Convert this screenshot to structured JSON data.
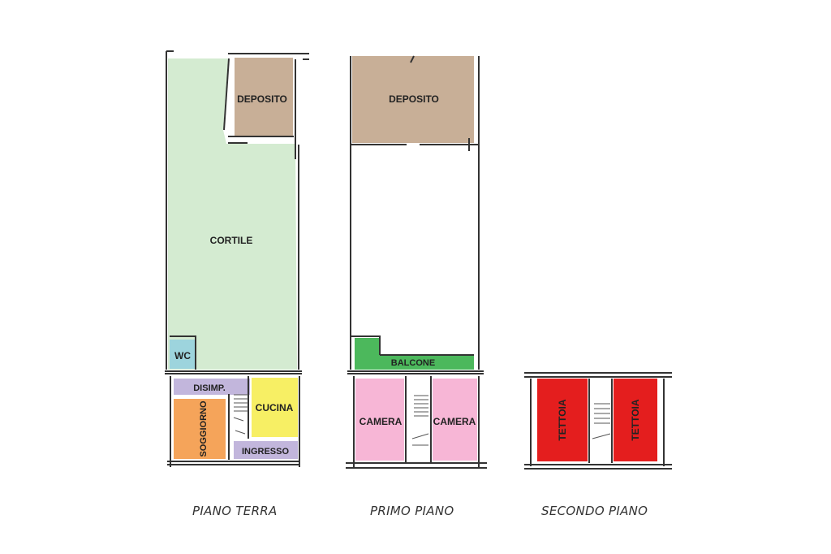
{
  "colors": {
    "cortile": "#d4ebd1",
    "deposito": "#c8af97",
    "wc": "#9dd4dd",
    "disimp": "#c2b6dc",
    "ingresso": "#c2b6dc",
    "cucina": "#f7ef64",
    "soggiorno": "#f5a45a",
    "balcone": "#4cb85c",
    "camera": "#f7b6d6",
    "tettoia": "#e41e1e",
    "wall": "#333333"
  },
  "floors": {
    "piano_terra": {
      "label": "PIANO TERRA",
      "rooms": {
        "cortile": "CORTILE",
        "deposito": "DEPOSITO",
        "wc": "WC",
        "disimp": "DISIMP.",
        "cucina": "CUCINA",
        "soggiorno": "SOGGIORNO",
        "ingresso": "INGRESSO"
      }
    },
    "primo_piano": {
      "label": "PRIMO PIANO",
      "rooms": {
        "deposito": "DEPOSITO",
        "balcone": "BALCONE",
        "camera_left": "CAMERA",
        "camera_right": "CAMERA"
      }
    },
    "secondo_piano": {
      "label": "SECONDO PIANO",
      "rooms": {
        "tettoia_left": "TETTOIA",
        "tettoia_right": "TETTOIA"
      }
    }
  }
}
